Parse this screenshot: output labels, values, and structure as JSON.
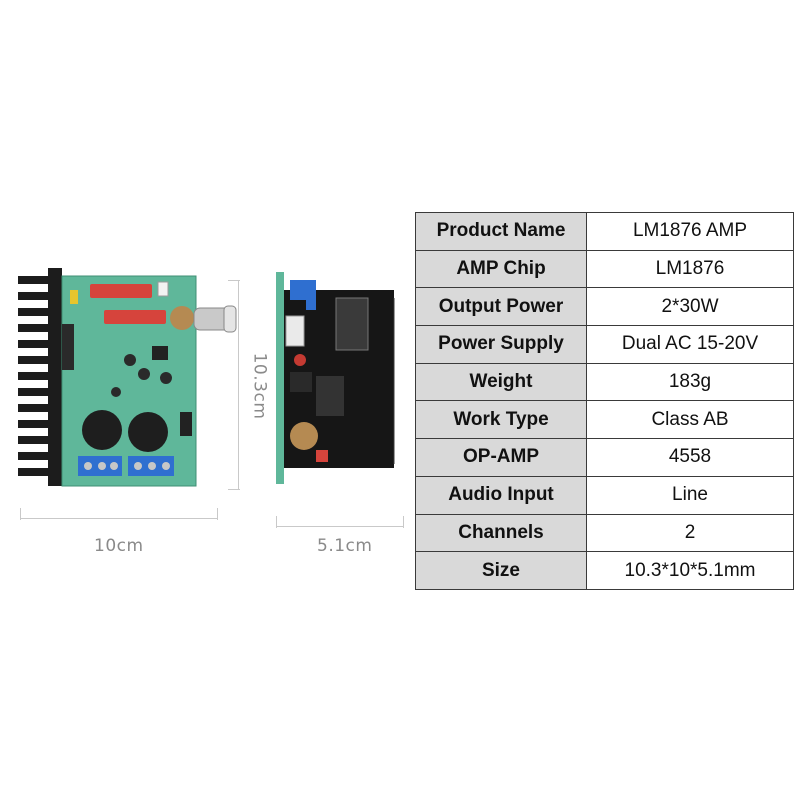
{
  "dimensions": {
    "width_label": "10cm",
    "height_label": "10.3cm",
    "depth_label": "5.1cm"
  },
  "specs": [
    {
      "label": "Product Name",
      "value": "LM1876 AMP"
    },
    {
      "label": "AMP Chip",
      "value": "LM1876"
    },
    {
      "label": "Output Power",
      "value": "2*30W"
    },
    {
      "label": "Power Supply",
      "value": "Dual AC 15-20V"
    },
    {
      "label": "Weight",
      "value": "183g"
    },
    {
      "label": "Work Type",
      "value": "Class AB"
    },
    {
      "label": "OP-AMP",
      "value": "4558"
    },
    {
      "label": "Audio Input",
      "value": "Line"
    },
    {
      "label": "Channels",
      "value": "2"
    },
    {
      "label": "Size",
      "value": "10.3*10*5.1mm"
    }
  ],
  "colors": {
    "pcb": "#5fb79a",
    "heatsink": "#1c1c1c",
    "label_cell": "#d9d9d9",
    "terminal": "#2f6fd0"
  }
}
